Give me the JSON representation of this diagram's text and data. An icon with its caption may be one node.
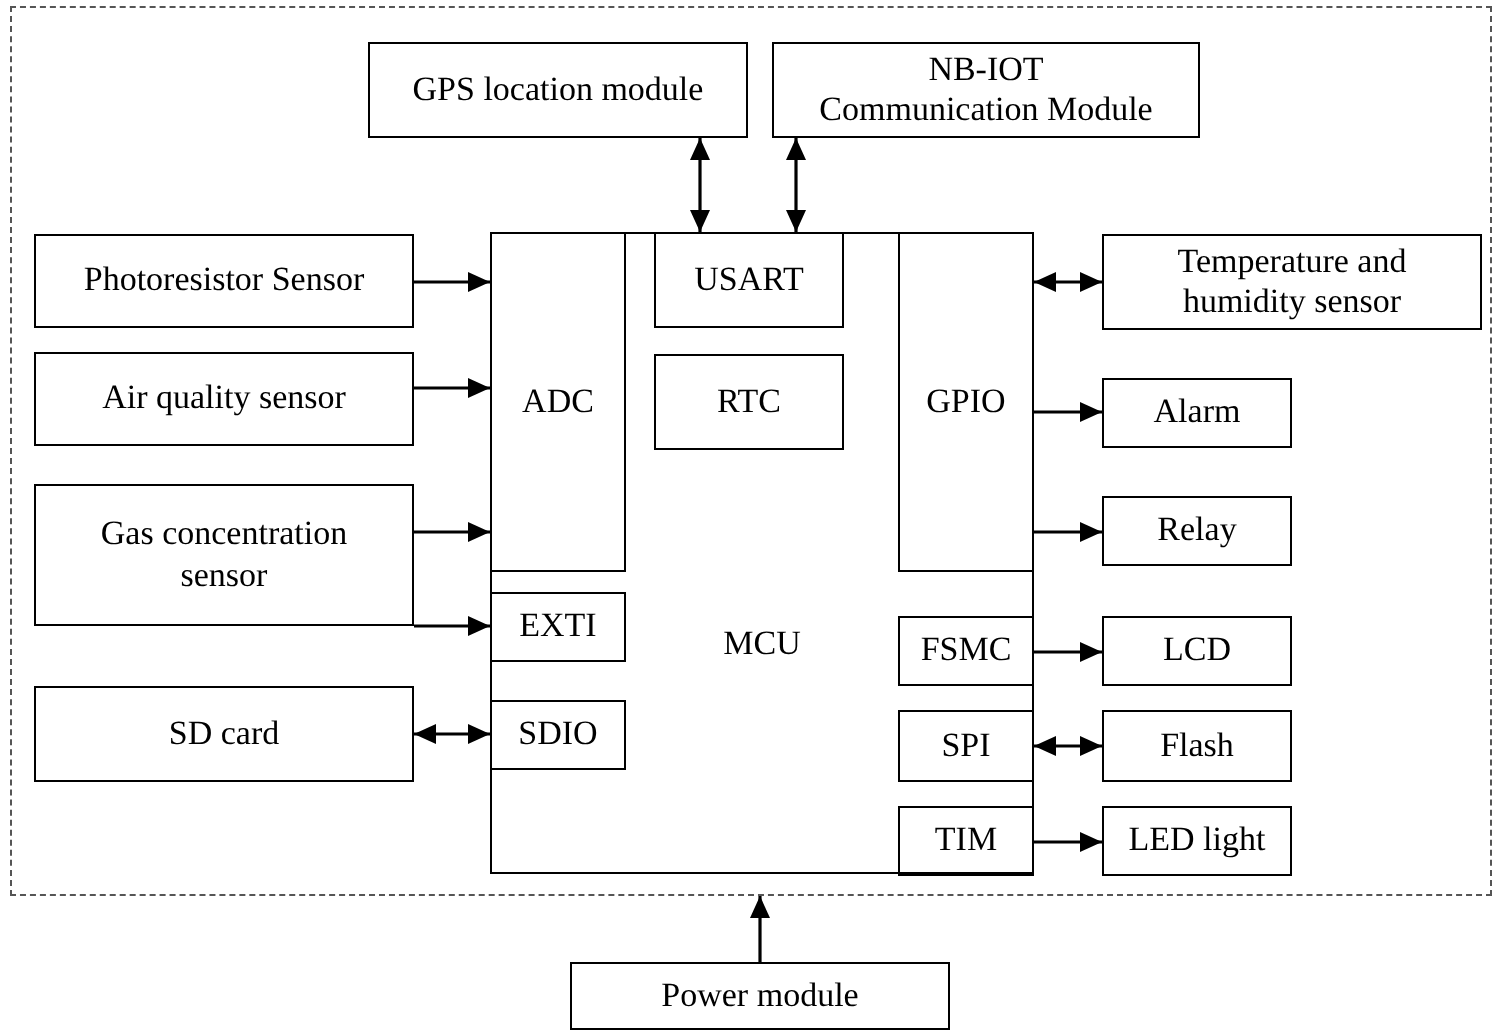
{
  "diagram": {
    "nodes": [
      {
        "text": [],
        "shape": "box"
      },
      {
        "text": [
          "GPS location module"
        ],
        "in": 0
      },
      {
        "text": [
          "NB-IOT Communication Module"
        ],
        "in": 0
      },
      {
        "text": [
          "MCU"
        ],
        "in": 0
      },
      {
        "text": [
          "USART"
        ],
        "in": 3
      },
      {
        "text": [
          "ADC"
        ],
        "in": 3
      },
      {
        "text": [
          "RTC"
        ],
        "in": 3
      },
      {
        "text": [
          "GPIO"
        ],
        "in": 3
      },
      {
        "text": [
          "EXTI"
        ],
        "in": 3
      },
      {
        "text": [
          "SDIO"
        ],
        "in": 3
      },
      {
        "text": [
          "FSMC"
        ],
        "in": 3
      },
      {
        "text": [
          "SPI"
        ],
        "in": 3
      },
      {
        "text": [
          "TIM"
        ],
        "in": 3
      },
      {
        "text": [
          "Photoresistor Sensor"
        ],
        "in": 0
      },
      {
        "text": [
          "Air quality sensor"
        ],
        "in": 0
      },
      {
        "text": [
          "Gas concentration sensor"
        ],
        "in": 0
      },
      {
        "text": [
          "SD card"
        ],
        "in": 0
      },
      {
        "text": [
          "Temperature and humidity sensor"
        ],
        "in": 0
      },
      {
        "text": [
          "Alarm"
        ],
        "in": 0
      },
      {
        "text": [
          "Relay"
        ],
        "in": 0
      },
      {
        "text": [
          "LCD"
        ],
        "in": 0
      },
      {
        "text": [
          "Flash"
        ],
        "in": 0
      },
      {
        "text": [
          "LED light"
        ],
        "in": 0
      },
      {
        "text": [
          "Power module"
        ]
      }
    ],
    "edges": [
      {
        "from": 1,
        "to": 4,
        "arrow": "both"
      },
      {
        "from": 2,
        "to": 4,
        "arrow": "both"
      },
      {
        "from": 13,
        "to": 5,
        "arrow": "to"
      },
      {
        "from": 14,
        "to": 5,
        "arrow": "to"
      },
      {
        "from": 15,
        "to": 5,
        "arrow": "to"
      },
      {
        "from": 15,
        "to": 8,
        "arrow": "to"
      },
      {
        "from": 16,
        "to": 9,
        "arrow": "both"
      },
      {
        "from": 7,
        "to": 17,
        "arrow": "both"
      },
      {
        "from": 7,
        "to": 18,
        "arrow": "to"
      },
      {
        "from": 7,
        "to": 19,
        "arrow": "to"
      },
      {
        "from": 10,
        "to": 20,
        "arrow": "to"
      },
      {
        "from": 11,
        "to": 21,
        "arrow": "both"
      },
      {
        "from": 12,
        "to": 22,
        "arrow": "to"
      },
      {
        "from": 23,
        "to": 0,
        "arrow": "to"
      }
    ]
  }
}
